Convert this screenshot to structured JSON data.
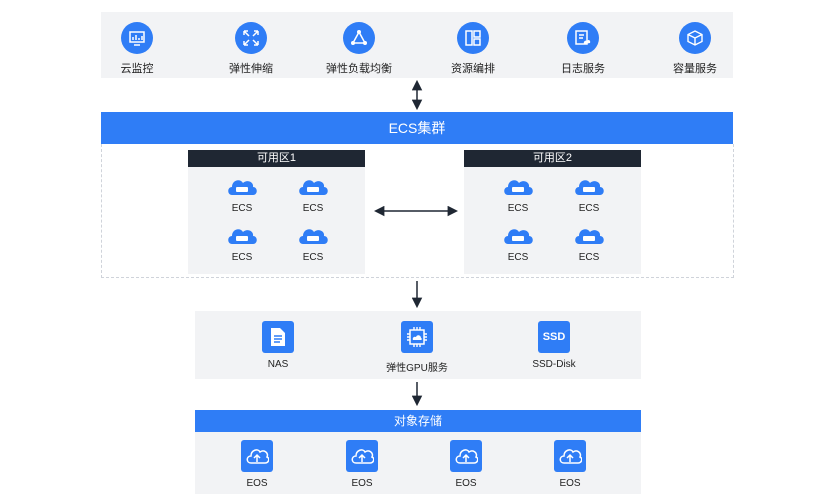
{
  "services": [
    {
      "label": "云监控",
      "icon": "monitor-chart-icon"
    },
    {
      "label": "弹性伸缩",
      "icon": "expand-arrows-icon"
    },
    {
      "label": "弹性负载均衡",
      "icon": "load-balance-triangle-icon"
    },
    {
      "label": "资源编排",
      "icon": "layout-grid-icon"
    },
    {
      "label": "日志服务",
      "icon": "document-cloud-icon"
    },
    {
      "label": "容量服务",
      "icon": "cube-icon"
    }
  ],
  "ecs_cluster": {
    "title": "ECS集群"
  },
  "zones": [
    {
      "title": "可用区1",
      "nodes": [
        "ECS",
        "ECS",
        "ECS",
        "ECS"
      ]
    },
    {
      "title": "可用区2",
      "nodes": [
        "ECS",
        "ECS",
        "ECS",
        "ECS"
      ]
    }
  ],
  "middle": {
    "nas": {
      "label": "NAS",
      "icon": "document-icon"
    },
    "gpu": {
      "label": "弹性GPU服务",
      "icon": "chip-cloud-icon"
    },
    "ssd": {
      "label": "SSD-Disk",
      "icon_text": "SSD"
    }
  },
  "storage": {
    "title": "对象存储",
    "nodes": [
      "EOS",
      "EOS",
      "EOS",
      "EOS"
    ]
  },
  "colors": {
    "blue": "#2f7df6",
    "dark": "#1f2733",
    "panel": "#f2f3f5"
  }
}
